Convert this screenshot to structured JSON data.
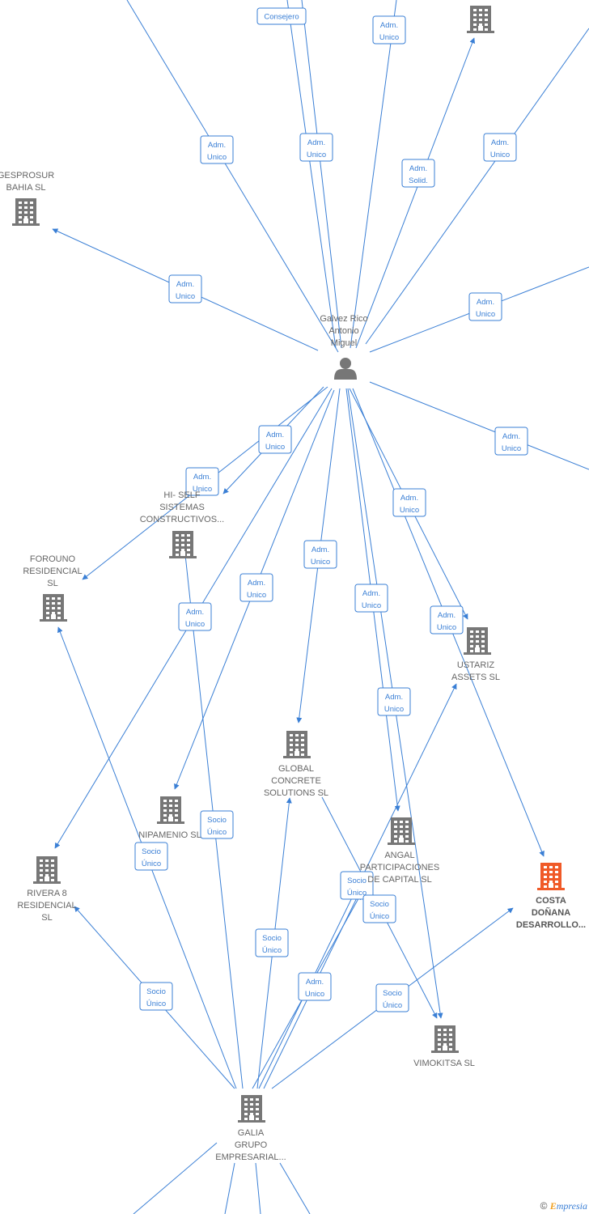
{
  "diagram": {
    "nodes": [
      {
        "id": "galvez",
        "kind": "person",
        "label": [
          "Galvez Rico",
          "Antonio",
          "Miguel"
        ]
      },
      {
        "id": "gesprosur",
        "kind": "company",
        "label": [
          "GESPROSUR",
          "BAHIA SL"
        ]
      },
      {
        "id": "top_company",
        "kind": "company",
        "label": []
      },
      {
        "id": "hiself",
        "kind": "company",
        "label": [
          "HI- SELF",
          "SISTEMAS",
          "CONSTRUCTIVOS..."
        ]
      },
      {
        "id": "forouno",
        "kind": "company",
        "label": [
          "FOROUNO",
          "RESIDENCIAL",
          "SL"
        ]
      },
      {
        "id": "ustariz",
        "kind": "company",
        "label": [
          "USTARIZ",
          "ASSETS  SL"
        ]
      },
      {
        "id": "global",
        "kind": "company",
        "label": [
          "GLOBAL",
          "CONCRETE",
          "SOLUTIONS SL"
        ]
      },
      {
        "id": "nipamenio",
        "kind": "company",
        "label": [
          "NIPAMENIO SL"
        ]
      },
      {
        "id": "angal",
        "kind": "company",
        "label": [
          "ANGAL",
          "PARTICIPACIONES",
          "DE CAPITAL SL"
        ]
      },
      {
        "id": "costa",
        "kind": "company",
        "highlight": true,
        "label": [
          "COSTA",
          "DOÑANA",
          "DESARROLLO..."
        ]
      },
      {
        "id": "rivera",
        "kind": "company",
        "label": [
          "RIVERA 8",
          "RESIDENCIAL",
          "SL"
        ]
      },
      {
        "id": "vimokitsa",
        "kind": "company",
        "label": [
          "VIMOKITSA SL"
        ]
      },
      {
        "id": "galia",
        "kind": "company",
        "label": [
          "GALIA",
          "GRUPO",
          "EMPRESARIAL..."
        ]
      }
    ],
    "edge_labels": [
      {
        "id": "e_consejero",
        "lines": [
          "Consejero"
        ]
      },
      {
        "id": "e_top_adm1",
        "lines": [
          "Adm.",
          "Unico"
        ]
      },
      {
        "id": "e_left_adm",
        "lines": [
          "Adm.",
          "Unico"
        ]
      },
      {
        "id": "e_mid_adm",
        "lines": [
          "Adm.",
          "Unico"
        ]
      },
      {
        "id": "e_solid",
        "lines": [
          "Adm.",
          "Solid."
        ]
      },
      {
        "id": "e_right_adm1",
        "lines": [
          "Adm.",
          "Unico"
        ]
      },
      {
        "id": "e_gesprosur",
        "lines": [
          "Adm.",
          "Unico"
        ]
      },
      {
        "id": "e_right_adm2",
        "lines": [
          "Adm.",
          "Unico"
        ]
      },
      {
        "id": "e_right_adm3",
        "lines": [
          "Adm.",
          "Unico"
        ]
      },
      {
        "id": "e_hiself_a",
        "lines": [
          "Adm.",
          "Unico"
        ]
      },
      {
        "id": "e_forouno",
        "lines": [
          "Adm.",
          "Unico"
        ]
      },
      {
        "id": "e_global",
        "lines": [
          "Adm.",
          "Unico"
        ]
      },
      {
        "id": "e_nipamenio",
        "lines": [
          "Adm.",
          "Unico"
        ]
      },
      {
        "id": "e_rivera",
        "lines": [
          "Adm.",
          "Unico"
        ]
      },
      {
        "id": "e_angal",
        "lines": [
          "Adm.",
          "Unico"
        ]
      },
      {
        "id": "e_ustariz_a",
        "lines": [
          "Adm.",
          "Unico"
        ]
      },
      {
        "id": "e_ustariz_b",
        "lines": [
          "Adm.",
          "Unico"
        ]
      },
      {
        "id": "e_vimokitsa",
        "lines": [
          "Adm.",
          "Unico"
        ]
      },
      {
        "id": "s_hiself",
        "lines": [
          "Socio",
          "Único"
        ]
      },
      {
        "id": "s_forouno",
        "lines": [
          "Socio",
          "Único"
        ]
      },
      {
        "id": "s_global",
        "lines": [
          "Socio",
          "Único"
        ]
      },
      {
        "id": "s_rivera",
        "lines": [
          "Socio",
          "Único"
        ]
      },
      {
        "id": "s_angal",
        "lines": [
          "Socio",
          "Único"
        ]
      },
      {
        "id": "s_vimokitsa",
        "lines": [
          "Socio",
          "Único"
        ]
      },
      {
        "id": "s_costa",
        "lines": [
          "Socio",
          "Único"
        ]
      },
      {
        "id": "s_ustariz_adm",
        "lines": [
          "Adm.",
          "Unico"
        ]
      }
    ]
  },
  "footer": {
    "copyright": "©",
    "brand_e": "E",
    "brand_rest": "mpresia"
  },
  "colors": {
    "edge": "#3a7fd5",
    "node": "#777777",
    "highlight": "#f05a28",
    "text": "#666666"
  },
  "icons": {
    "company": "building-icon",
    "person": "person-icon"
  }
}
